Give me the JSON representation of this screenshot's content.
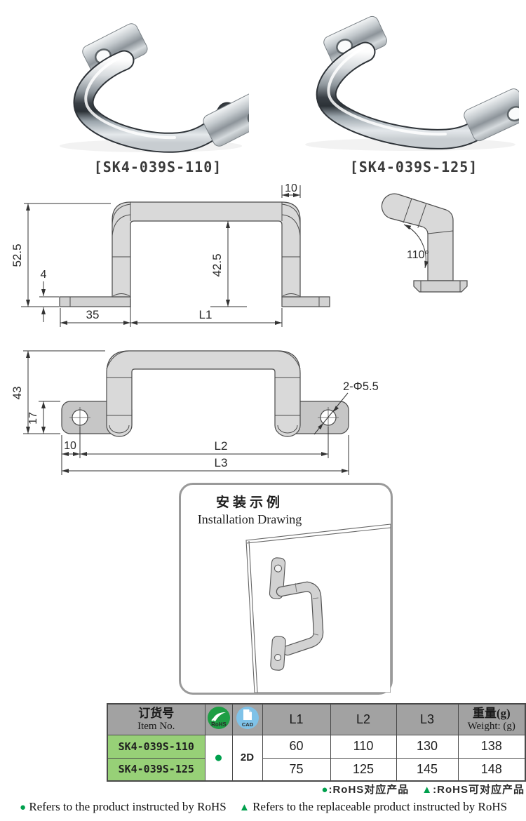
{
  "products": [
    {
      "label": "[SK4-039S-110]"
    },
    {
      "label": "[SK4-039S-125]"
    }
  ],
  "front_view": {
    "height": "52.5",
    "flange_thickness": "4",
    "left_offset": "35",
    "span": "L1",
    "tube_width": "10",
    "inner_height": "42.5"
  },
  "side_view": {
    "angle": "110°"
  },
  "top_view": {
    "height": "43",
    "flange_height": "17",
    "hole_offset": "10",
    "hole_span": "L2",
    "overall_length": "L3",
    "hole_callout": "2-Φ5.5"
  },
  "installation": {
    "title_zh": "安装示例",
    "title_en": "Installation Drawing"
  },
  "table": {
    "headers": {
      "item_zh": "订货号",
      "item_en": "Item No.",
      "rohs_label": "RoHS",
      "cad_label": "CAD",
      "l1": "L1",
      "l2": "L2",
      "l3": "L3",
      "weight_zh": "重量(g)",
      "weight_en": "Weight: (g)"
    },
    "rohs_mark": "●",
    "cad_value": "2D",
    "rows": [
      {
        "item_no": "SK4-039S-110",
        "l1": "60",
        "l2": "110",
        "l3": "130",
        "weight": "138"
      },
      {
        "item_no": "SK4-039S-125",
        "l1": "75",
        "l2": "125",
        "l3": "145",
        "weight": "148"
      }
    ]
  },
  "legend": {
    "rohs_symbol": "●",
    "rohs_text": ":RoHS对应产品",
    "replaceable_symbol": "▲",
    "replaceable_text": ":RoHS可对应产品"
  },
  "footnotes": {
    "dot": "●",
    "dot_text": "Refers to the product instructed by RoHS",
    "triangle": "▲",
    "triangle_text": "Refers to the replaceable product instructed by RoHS"
  },
  "colors": {
    "accent_green": "#00A04D",
    "rohs_green": "#1E9E44",
    "cad_blue": "#7FC2E8",
    "header_gray": "#A2A2A2",
    "row_green": "#97D077"
  }
}
